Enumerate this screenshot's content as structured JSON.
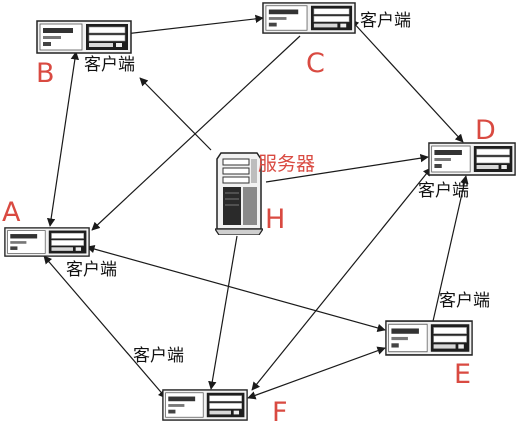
{
  "diagram": {
    "nodes": [
      {
        "id": "A",
        "letter": "A",
        "role": "客户端"
      },
      {
        "id": "B",
        "letter": "B",
        "role": "客户端"
      },
      {
        "id": "C",
        "letter": "C",
        "role": "客户端"
      },
      {
        "id": "D",
        "letter": "D",
        "role": "客户端"
      },
      {
        "id": "E",
        "letter": "E",
        "role": "客户端"
      },
      {
        "id": "F",
        "letter": "F",
        "role": "客户端"
      },
      {
        "id": "H",
        "letter": "H",
        "role": "服务器"
      }
    ],
    "edges": [
      {
        "from": "B",
        "to": "C",
        "bidirectional": true
      },
      {
        "from": "C",
        "to": "D",
        "bidirectional": true
      },
      {
        "from": "B",
        "to": "A",
        "bidirectional": true
      },
      {
        "from": "C",
        "to": "A",
        "bidirectional": false
      },
      {
        "from": "A",
        "to": "E",
        "bidirectional": true
      },
      {
        "from": "D",
        "to": "E",
        "bidirectional": true
      },
      {
        "from": "A",
        "to": "F",
        "bidirectional": true
      },
      {
        "from": "E",
        "to": "F",
        "bidirectional": true
      },
      {
        "from": "D",
        "to": "F",
        "bidirectional": true
      },
      {
        "from": "H",
        "to": "D",
        "bidirectional": false
      },
      {
        "from": "H",
        "to": "F",
        "bidirectional": false
      },
      {
        "from": "H",
        "to": "B",
        "bidirectional": false
      }
    ],
    "colors": {
      "label_red": "#d94a41",
      "line": "#1a1a1a",
      "device_body": "#f2f2f2",
      "device_outline": "#222222"
    }
  }
}
